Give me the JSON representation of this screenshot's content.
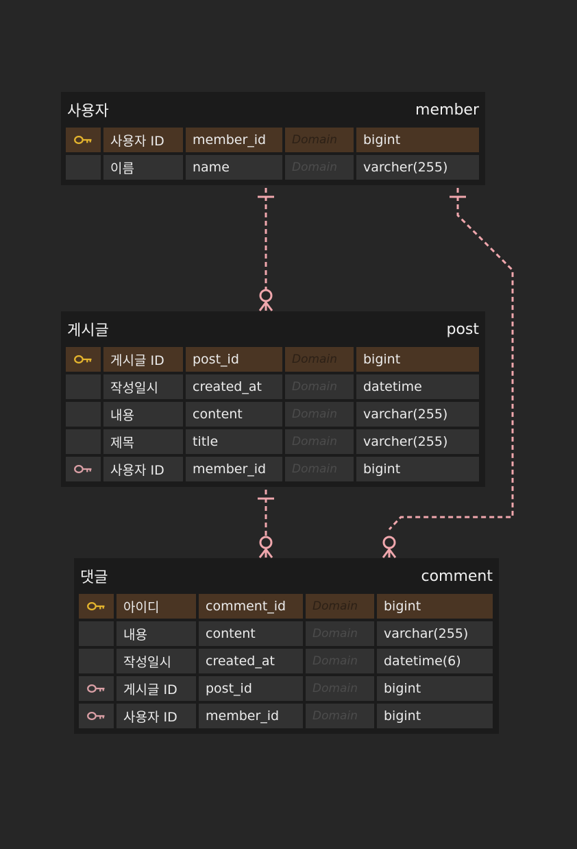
{
  "colors": {
    "background": "#262626",
    "table": "#1b1b1b",
    "cell": "#323232",
    "pk_row": "#4a3523",
    "pk_icon": "#e5b52e",
    "fk_icon": "#dba0a6",
    "relation_line": "#f0a7ad"
  },
  "entities": {
    "member": {
      "logical_name": "사용자",
      "physical_name": "member",
      "columns": [
        {
          "key": "pk",
          "key_icon": "key-icon",
          "logical": "사용자 ID",
          "physical": "member_id",
          "domain": "Domain",
          "type": "bigint"
        },
        {
          "key": "",
          "logical": "이름",
          "physical": "name",
          "domain": "Domain",
          "type": "varcher(255)"
        }
      ]
    },
    "post": {
      "logical_name": "게시글",
      "physical_name": "post",
      "columns": [
        {
          "key": "pk",
          "key_icon": "key-icon",
          "logical": "게시글 ID",
          "physical": "post_id",
          "domain": "Domain",
          "type": "bigint"
        },
        {
          "key": "",
          "logical": "작성일시",
          "physical": "created_at",
          "domain": "Domain",
          "type": "datetime"
        },
        {
          "key": "",
          "logical": "내용",
          "physical": "content",
          "domain": "Domain",
          "type": "varchar(255)"
        },
        {
          "key": "",
          "logical": "제목",
          "physical": "title",
          "domain": "Domain",
          "type": "varcher(255)"
        },
        {
          "key": "fk",
          "key_icon": "key-icon",
          "logical": "사용자 ID",
          "physical": "member_id",
          "domain": "Domain",
          "type": "bigint"
        }
      ]
    },
    "comment": {
      "logical_name": "댓글",
      "physical_name": "comment",
      "columns": [
        {
          "key": "pk",
          "key_icon": "key-icon",
          "logical": "아이디",
          "physical": "comment_id",
          "domain": "Domain",
          "type": "bigint"
        },
        {
          "key": "",
          "logical": "내용",
          "physical": "content",
          "domain": "Domain",
          "type": "varchar(255)"
        },
        {
          "key": "",
          "logical": "작성일시",
          "physical": "created_at",
          "domain": "Domain",
          "type": "datetime(6)"
        },
        {
          "key": "fk",
          "key_icon": "key-icon",
          "logical": "게시글 ID",
          "physical": "post_id",
          "domain": "Domain",
          "type": "bigint"
        },
        {
          "key": "fk",
          "key_icon": "key-icon",
          "logical": "사용자 ID",
          "physical": "member_id",
          "domain": "Domain",
          "type": "bigint"
        }
      ]
    }
  },
  "relationships": [
    {
      "from": "member",
      "to": "post",
      "from_cardinality": "one",
      "to_cardinality": "zero-or-many",
      "style": "dashed"
    },
    {
      "from": "member",
      "to": "comment",
      "from_cardinality": "one",
      "to_cardinality": "zero-or-many",
      "style": "dashed"
    },
    {
      "from": "post",
      "to": "comment",
      "from_cardinality": "one",
      "to_cardinality": "zero-or-many",
      "style": "dashed"
    }
  ]
}
